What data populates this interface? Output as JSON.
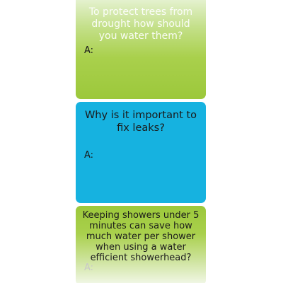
{
  "cards": [
    {
      "question": "To protect trees from drought how should you water them?",
      "answer_label": "A:"
    },
    {
      "question": "Why is it important to fix leaks?",
      "answer_label": "A:"
    },
    {
      "question": "Keeping showers under 5 minutes can save how much water per shower when using a water efficient showerhead?",
      "answer_label": "A:"
    }
  ],
  "colors": {
    "green": "#9cc83b",
    "blue": "#16b2e0"
  }
}
